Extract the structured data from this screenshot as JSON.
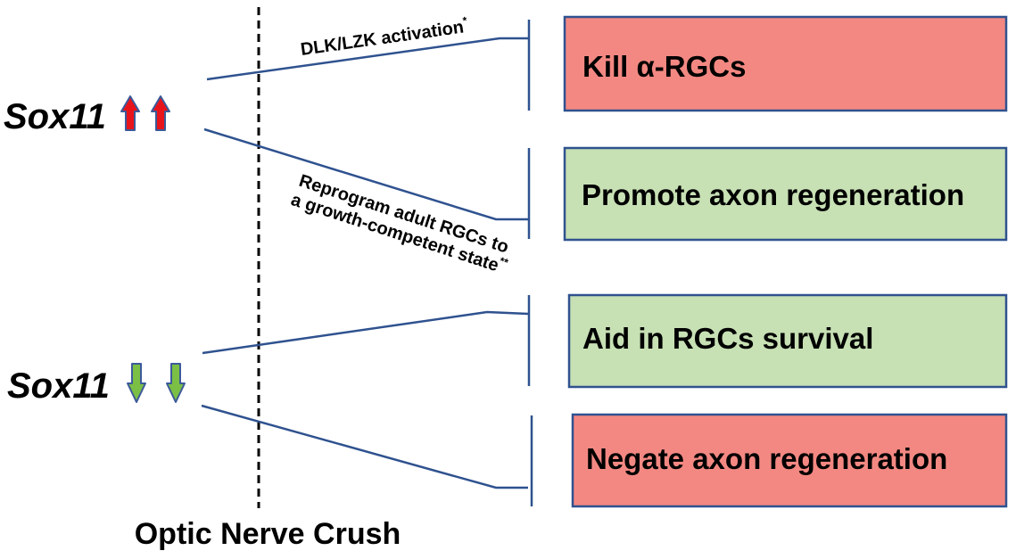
{
  "sox_up": {
    "label": "Sox11",
    "arrow_direction": "up",
    "arrow_count": 2,
    "arrow_color": "#e8141b"
  },
  "sox_down": {
    "label": "Sox11",
    "arrow_direction": "down",
    "arrow_count": 2,
    "arrow_color": "#7cbf45"
  },
  "edges": {
    "dlk_label": "DLK/LZK  activation",
    "dlk_mark": "*",
    "reprogram_line1": "Reprogram adult RGCs to",
    "reprogram_line2": "a growth-competent state",
    "reprogram_mark": "**"
  },
  "outcomes": {
    "kill": "Kill α-RGCs",
    "promote": "Promote axon regeneration",
    "aid": "Aid in RGCs survival",
    "negate": "Negate axon regeneration"
  },
  "footer": {
    "label": "Optic Nerve Crush"
  },
  "colors": {
    "negative_fill": "#f38882",
    "positive_fill": "#c7e0b4",
    "line_color": "#2f528f",
    "arrow_outline": "#3b5a9a"
  }
}
